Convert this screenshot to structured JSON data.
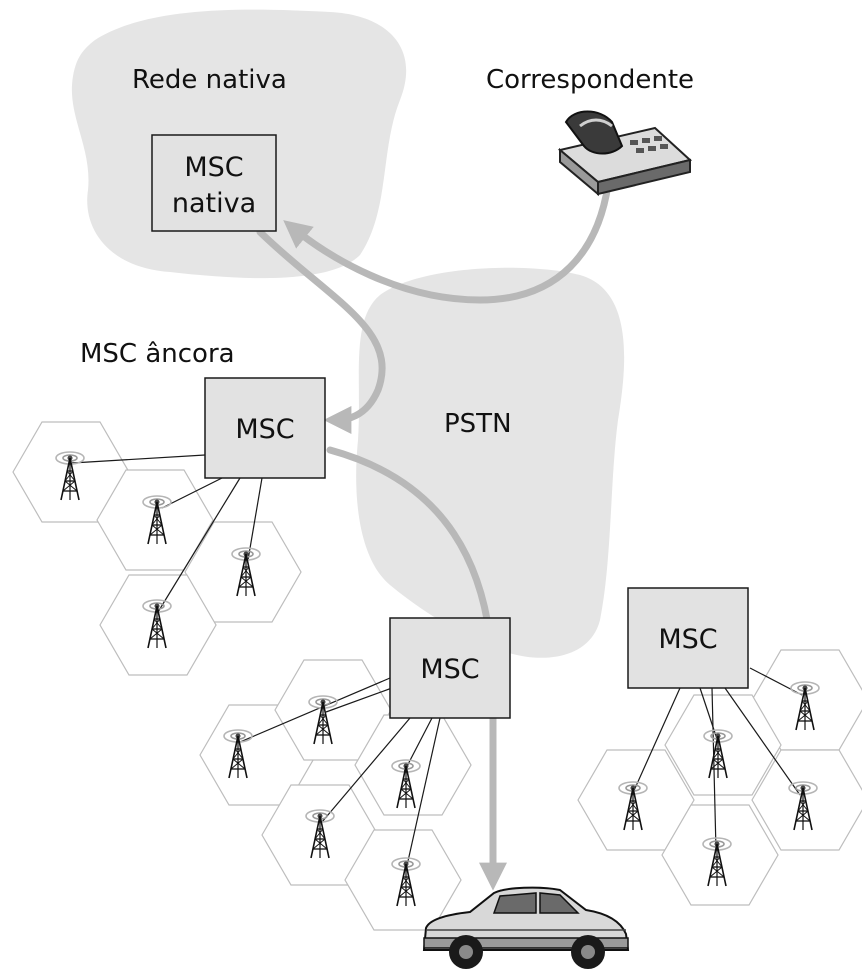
{
  "labels": {
    "home_network": "Rede nativa",
    "correspondent": "Correspondente",
    "home_msc_line1": "MSC",
    "home_msc_line2": "nativa",
    "anchor_msc_caption": "MSC âncora",
    "anchor_msc": "MSC",
    "pstn": "PSTN",
    "visited_msc": "MSC",
    "right_msc": "MSC"
  },
  "icons": {
    "phone": "telephone-icon",
    "car": "car-icon",
    "tower": "cell-tower-icon"
  },
  "colors": {
    "cloud": "#e5e5e5",
    "msc_box": "#e2e2e2",
    "flow_arrow": "#b8b8b8",
    "cell_border": "#bdbdbd"
  }
}
